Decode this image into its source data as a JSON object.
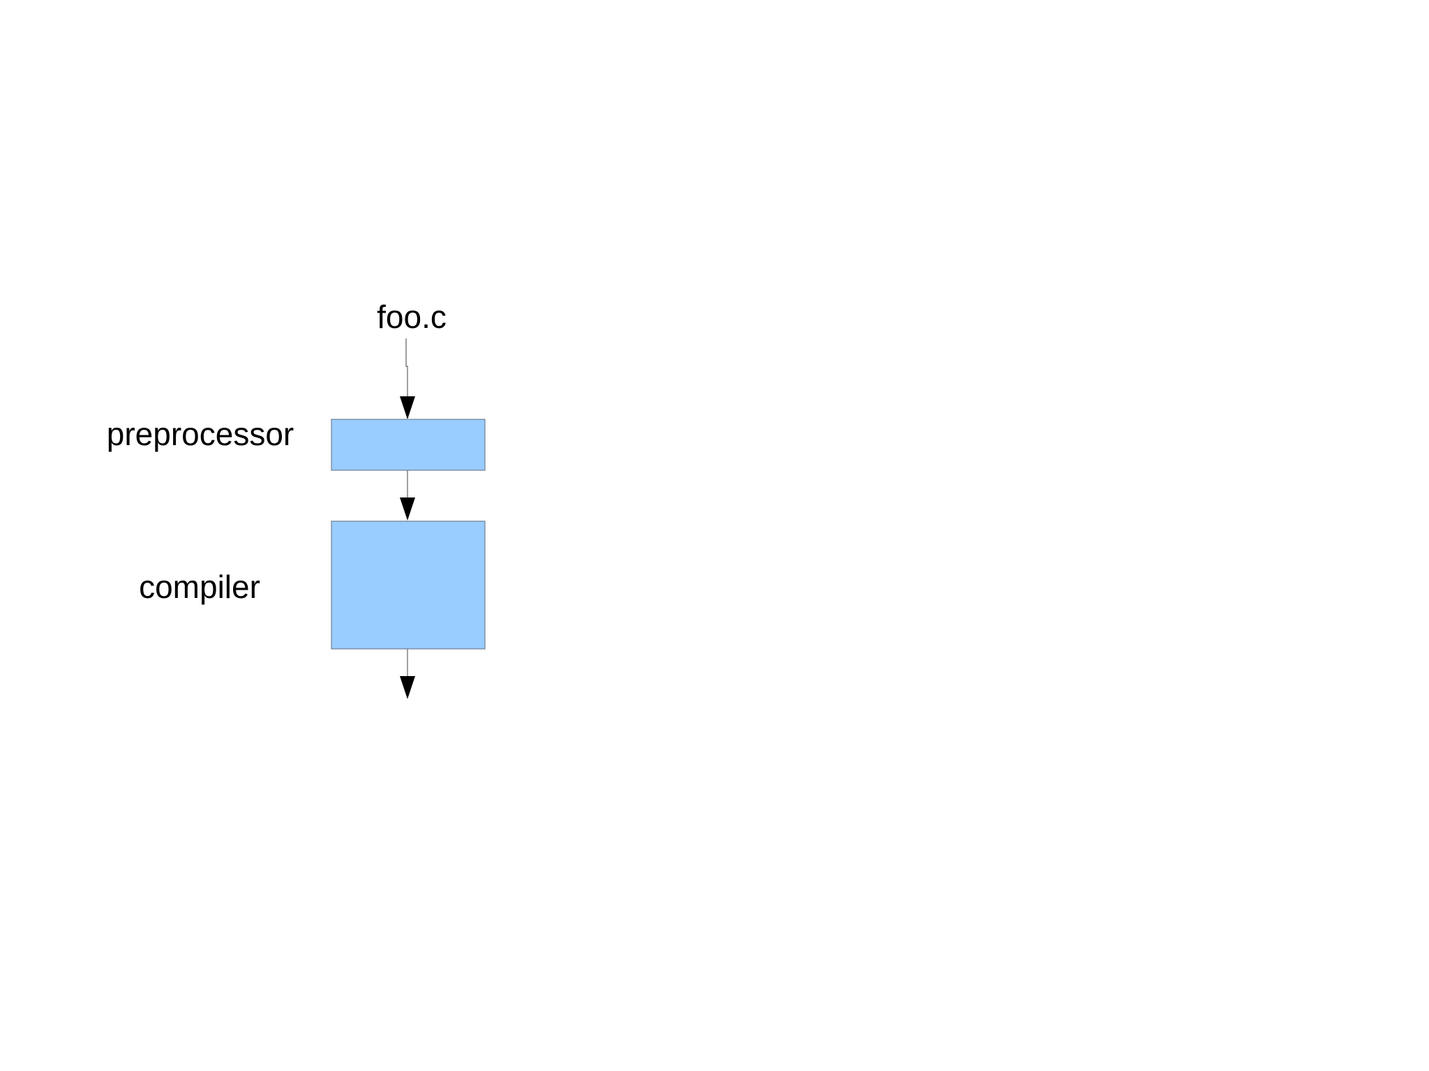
{
  "diagram": {
    "input_label": "foo.c",
    "stages": [
      {
        "label": "preprocessor"
      },
      {
        "label": "compiler"
      }
    ],
    "colors": {
      "box_fill": "#99ccff",
      "box_stroke": "#6f7f91",
      "arrow": "#000000",
      "background": "#ffffff"
    }
  }
}
